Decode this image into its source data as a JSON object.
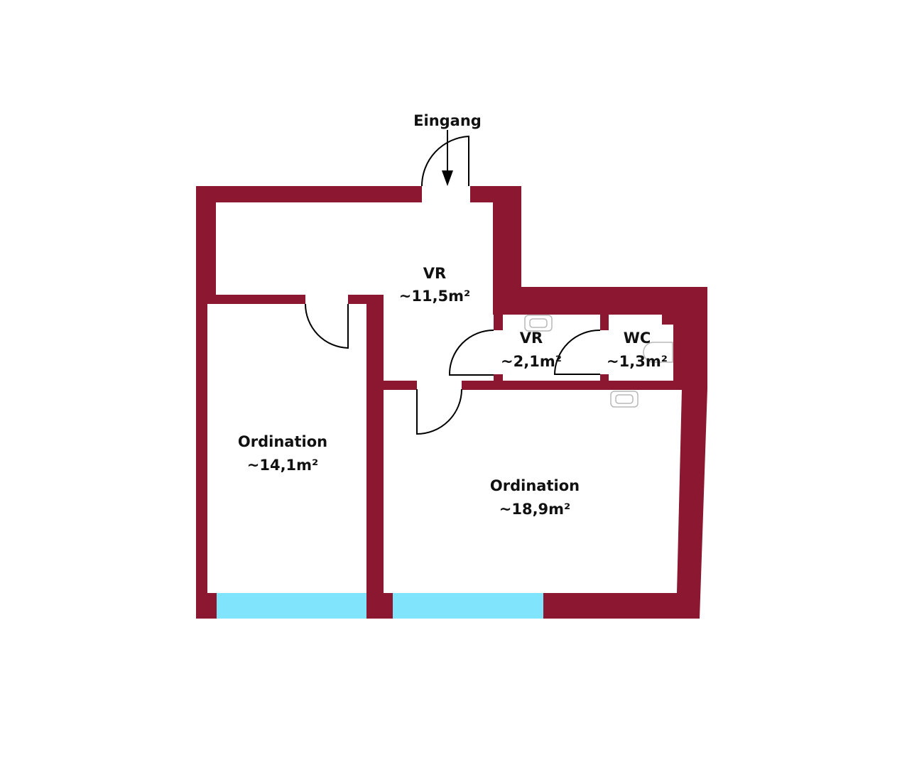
{
  "colors": {
    "wall": "#8B1830",
    "window": "#80E4FC"
  },
  "entrance": {
    "label": "Eingang"
  },
  "rooms": [
    {
      "name": "VR",
      "area": "~11,5m²"
    },
    {
      "name": "VR",
      "area": "~2,1m²"
    },
    {
      "name": "WC",
      "area": "~1,3m²"
    },
    {
      "name": "Ordination",
      "area": "~14,1m²"
    },
    {
      "name": "Ordination",
      "area": "~18,9m²"
    }
  ]
}
